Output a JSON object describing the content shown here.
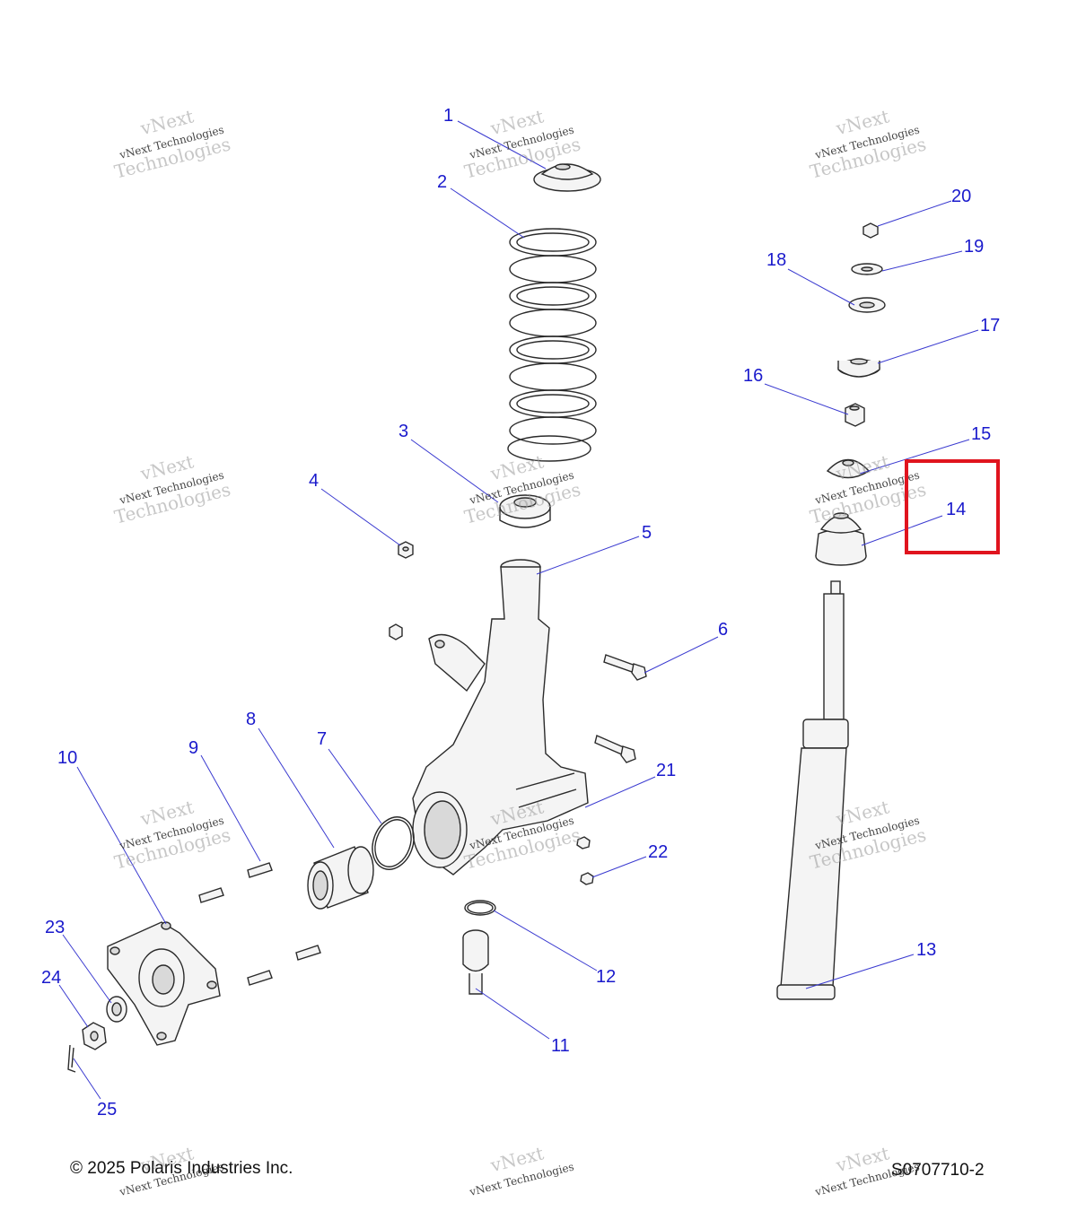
{
  "diagram": {
    "callouts": [
      {
        "id": "1",
        "label": "1"
      },
      {
        "id": "2",
        "label": "2"
      },
      {
        "id": "3",
        "label": "3"
      },
      {
        "id": "4",
        "label": "4"
      },
      {
        "id": "5",
        "label": "5"
      },
      {
        "id": "6",
        "label": "6"
      },
      {
        "id": "7",
        "label": "7"
      },
      {
        "id": "8",
        "label": "8"
      },
      {
        "id": "9",
        "label": "9"
      },
      {
        "id": "10",
        "label": "10"
      },
      {
        "id": "11",
        "label": "11"
      },
      {
        "id": "12",
        "label": "12"
      },
      {
        "id": "13",
        "label": "13"
      },
      {
        "id": "14",
        "label": "14"
      },
      {
        "id": "15",
        "label": "15"
      },
      {
        "id": "16",
        "label": "16"
      },
      {
        "id": "17",
        "label": "17"
      },
      {
        "id": "18",
        "label": "18"
      },
      {
        "id": "19",
        "label": "19"
      },
      {
        "id": "20",
        "label": "20"
      },
      {
        "id": "21",
        "label": "21"
      },
      {
        "id": "22",
        "label": "22"
      },
      {
        "id": "23",
        "label": "23"
      },
      {
        "id": "24",
        "label": "24"
      },
      {
        "id": "25",
        "label": "25"
      }
    ],
    "highlighted_callout": "14",
    "highlight_color": "#e0141e",
    "callout_color": "#1a1acc"
  },
  "watermark": {
    "line1": "vNext",
    "line2": "vNext Technologies",
    "line3": "Technologies"
  },
  "footer": {
    "copyright": "© 2025 Polaris Industries Inc.",
    "diagram_code": "S0707710-2"
  }
}
